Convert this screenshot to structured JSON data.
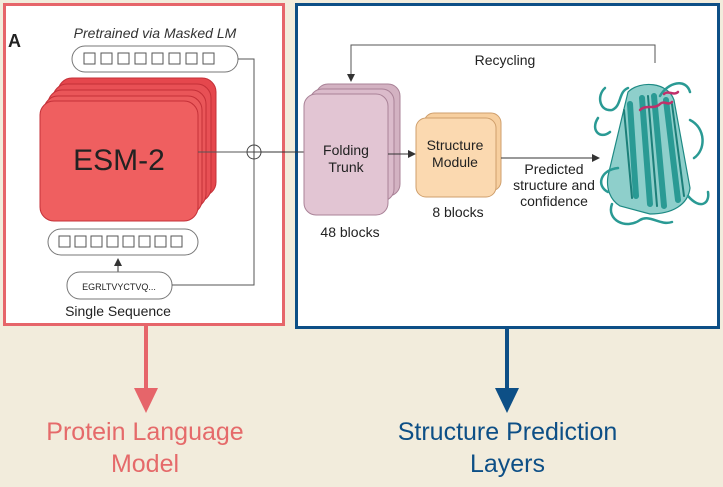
{
  "figure": {
    "panel_letter": "A",
    "pretrained_label": "Pretrained via Masked LM",
    "esm_label": "ESM-2",
    "sequence_text": "EGRLTVYCTVQ...",
    "single_sequence_label": "Single Sequence",
    "recycling_label": "Recycling",
    "folding_trunk_line1": "Folding",
    "folding_trunk_line2": "Trunk",
    "folding_blocks": "48 blocks",
    "structure_line1": "Structure",
    "structure_line2": "Module",
    "structure_blocks": "8 blocks",
    "predicted_line1": "Predicted",
    "predicted_line2": "structure and",
    "predicted_line3": "confidence"
  },
  "captions": {
    "left_line1": "Protein Language",
    "left_line2": "Model",
    "right_line1": "Structure Prediction",
    "right_line2": "Layers"
  },
  "colors": {
    "left_accent": "#e6656a",
    "right_accent": "#0d4f86",
    "esm_fill": "#ef5f60",
    "trunk_fill": "#e2c5d3",
    "module_fill": "#fbd9b0",
    "protein": "#2a9a94",
    "background": "#f2ecdc"
  }
}
